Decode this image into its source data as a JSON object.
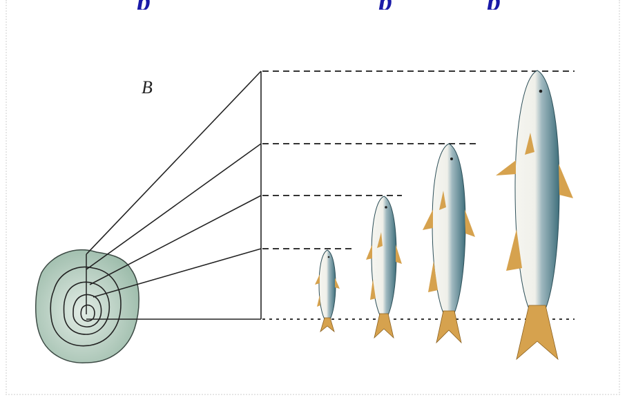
{
  "figure": {
    "scale_label": "B",
    "title_fragments": [
      "р",
      "р",
      "р"
    ]
  },
  "colors": {
    "title": "#1a1aa8",
    "scale_fill": "#b7cfc1",
    "scale_ring": "#222222",
    "fish_back": "#4f7f8c",
    "fish_belly": "#f3f3ee",
    "fish_fin": "#d6a24e",
    "line": "#222222"
  },
  "growth_stages": [
    {
      "name": "fish-age-1"
    },
    {
      "name": "fish-age-2"
    },
    {
      "name": "fish-age-3"
    },
    {
      "name": "fish-age-4"
    }
  ]
}
